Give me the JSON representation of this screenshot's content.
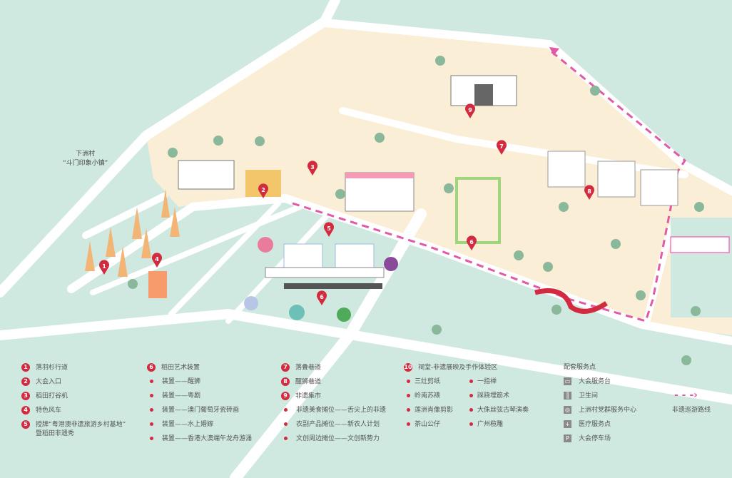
{
  "village": {
    "line1": "下洲村",
    "line2": "“斗门印象小镇”"
  },
  "markers": [
    "1",
    "2",
    "3",
    "4",
    "5",
    "6",
    "6",
    "7",
    "8",
    "9"
  ],
  "legend": {
    "col1": [
      {
        "num": "1",
        "label": "落羽杉行道"
      },
      {
        "num": "2",
        "label": "大会入口"
      },
      {
        "num": "3",
        "label": "稻田打谷机"
      },
      {
        "num": "4",
        "label": "特色风车"
      },
      {
        "num": "5",
        "label": "授牌“粤港澳非遗旅游乡村基地”",
        "label2": "暨稻田非遗秀"
      }
    ],
    "col2": {
      "num": "6",
      "label": "稻田艺术装置",
      "items": [
        "装置——醒狮",
        "装置——粤剧",
        "装置——澳门葡萄牙瓷砖画",
        "装置——水上婚嫁",
        "装置——香港大澳端午龙舟游涌"
      ]
    },
    "col3": [
      {
        "num": "7",
        "label": "落叠巷道"
      },
      {
        "num": "8",
        "label": "醒狮巷道"
      },
      {
        "num": "9",
        "label": "非遗集市"
      }
    ],
    "col3_items": [
      "非遗美食摊位——舌尖上的非遗",
      "农副产品摊位——新农人计划",
      "文创周边摊位——文创新势力"
    ],
    "col4": {
      "num": "10",
      "label": "祠堂-非遗展映及手作体验区",
      "items_a": [
        "三灶剪纸",
        "岭南苏裱",
        "莲洲肖像剪影",
        "茶山公仔"
      ],
      "items_b": [
        "一指禅",
        "踩跷埋筋术",
        "大侏丝弦古琴演奏",
        "广州榄雕"
      ]
    },
    "services": {
      "title": "配套服务点",
      "items": [
        {
          "icon": "service-desk-icon",
          "glyph": "▭",
          "label": "大会服务台"
        },
        {
          "icon": "restroom-icon",
          "glyph": "║",
          "label": "卫生间"
        },
        {
          "icon": "community-center-icon",
          "glyph": "◎",
          "label": "上洲村党群服务中心"
        },
        {
          "icon": "medical-icon",
          "glyph": "+",
          "label": "医疗服务点"
        },
        {
          "icon": "parking-icon",
          "glyph": "P",
          "label": "大会停车场"
        }
      ]
    },
    "route": {
      "label": "非遗巡游路线",
      "color": "#e05aa8"
    }
  },
  "colors": {
    "mint": "#cfe9e1",
    "beige": "#fbeed6",
    "marker": "#d42a3f"
  }
}
